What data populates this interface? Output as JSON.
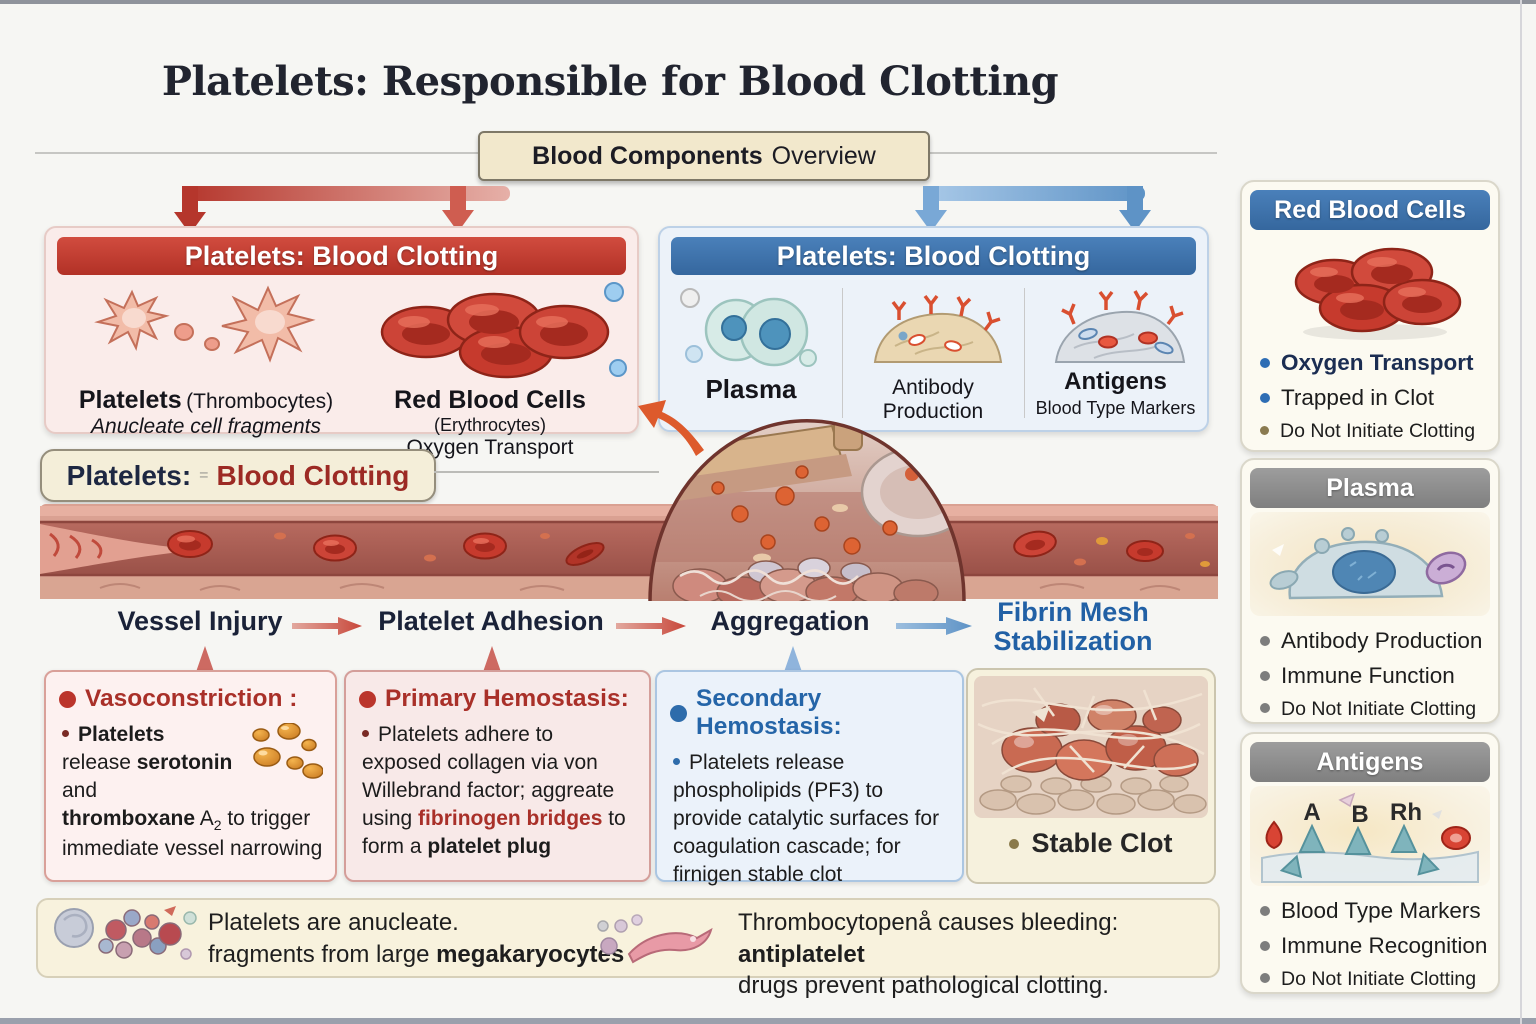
{
  "page": {
    "title": "Platelets: Responsible for Blood Clotting"
  },
  "banner": {
    "bold": "Blood Components",
    "regular": "Overview"
  },
  "left_card": {
    "header": "Platelets: Blood Clotting",
    "platelets": {
      "name": "Platelets",
      "paren": "(Thrombocytes)",
      "subtitle": "Anucleate cell fragments"
    },
    "rbc": {
      "name": "Red Blood Cells",
      "paren": "(Erythrocytes)",
      "subtitle": "Oxygen Transport"
    }
  },
  "right_card": {
    "header": "Platelets: Blood Clotting",
    "cols": [
      {
        "label": "Plasma",
        "sub": ""
      },
      {
        "label": "Antibody Production",
        "sub": ""
      },
      {
        "label": "Antigens",
        "sub": "Blood Type Markers"
      }
    ]
  },
  "sidebar": {
    "cards": [
      {
        "title": "Red Blood Cells",
        "bullets": [
          "Oxygen Transport",
          "Trapped in Clot",
          "Do Not Initiate Clotting"
        ]
      },
      {
        "title": "Plasma",
        "bullets": [
          "Antibody Production",
          "Immune Function",
          "Do Not Initiate Clotting"
        ]
      },
      {
        "title": "Antigens",
        "markers": [
          "A",
          "B",
          "Rh"
        ],
        "bullets": [
          "Blood Type Markers",
          "Immune Recognition",
          "Do Not Initiate Clotting"
        ]
      }
    ]
  },
  "vessel_label": {
    "prefix": "Platelets:",
    "eq": "=",
    "suffix": "Blood Clotting"
  },
  "flow": {
    "steps": [
      "Vessel Injury",
      "Platelet Adhesion",
      "Aggregation"
    ],
    "fibrin_line1": "Fibrin Mesh",
    "fibrin_line2": "Stabilization"
  },
  "boxes": {
    "vaso": {
      "heading": "Vasoconstriction :",
      "b1": "Platelets",
      "r1": " release ",
      "b2": "serotonin",
      "r2": " and ",
      "b3": "thromboxane",
      "r3": " A",
      "sub": "2",
      "r4": " to trigger immediate vessel narrowing"
    },
    "primary": {
      "heading": "Primary Hemostasis:",
      "r1": "Platelets adhere to exposed collagen via von Willebrand factor; aggreate using ",
      "b1": "fibrinogen bridges",
      "r2": " to form a ",
      "b2": "platelet plug"
    },
    "secondary": {
      "heading": "Secondary Hemostasis:",
      "body": "Platelets release phospholipids (PF3) to provide catalytic surfaces for coagulation cascade; for firnigen stable clot"
    },
    "stable": {
      "label": "Stable Clot"
    }
  },
  "footer": {
    "left_line1": "Platelets are anucleate.",
    "left_line2_regular": "fragments from large ",
    "left_line2_bold": "megakaryocytes",
    "right_line1_regular": "Thrombocytopenå causes bleeding: ",
    "right_line1_bold": "antiplatelet",
    "right_line2": "drugs prevent pathological clotting."
  },
  "colors": {
    "accent_red": "#b5362c",
    "accent_blue": "#3c72ad",
    "banner_cream": "#f2e8cc",
    "header_gray": "#8c8c8c"
  }
}
